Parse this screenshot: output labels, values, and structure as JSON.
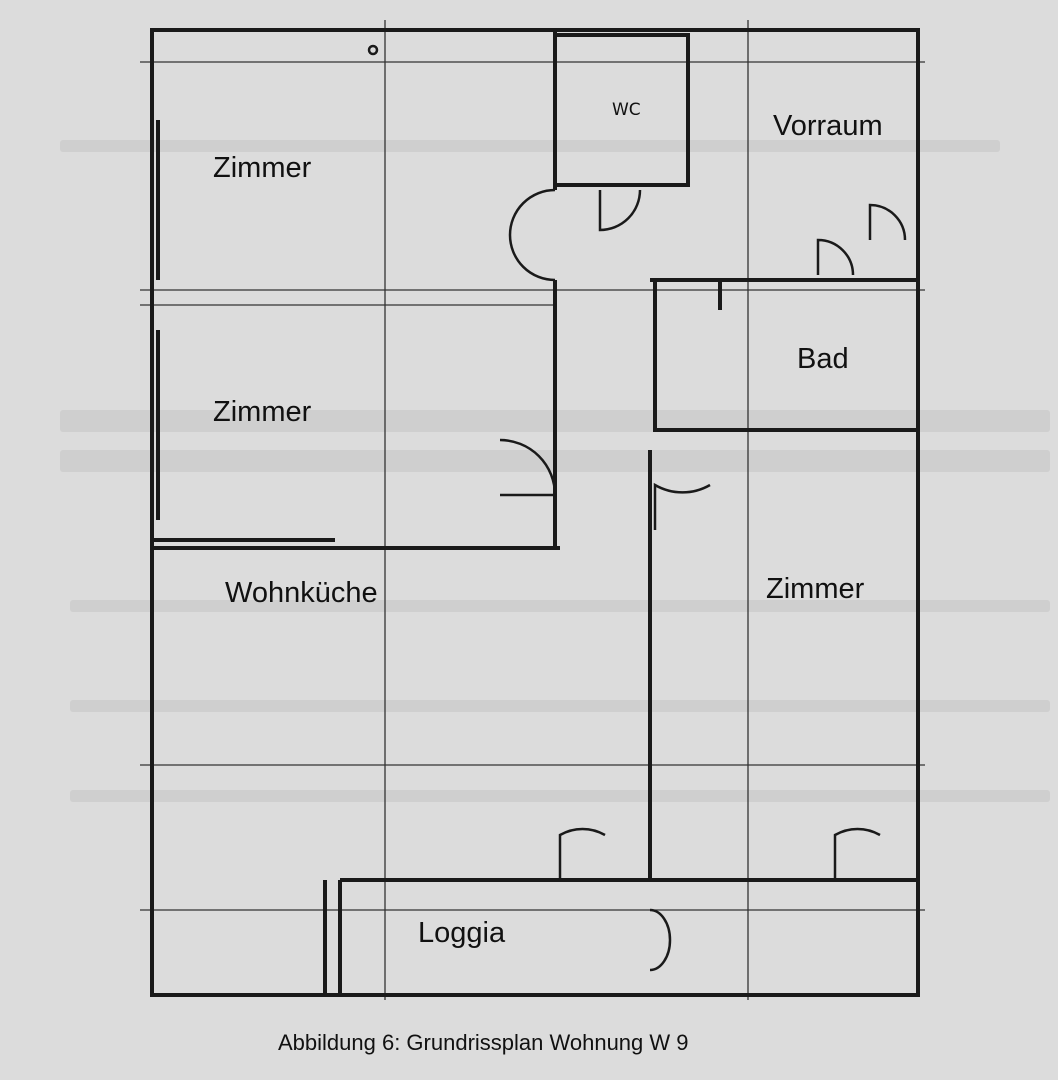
{
  "rooms": {
    "zimmer_top_left": "Zimmer",
    "wc": "WC",
    "vorraum": "Vorraum",
    "bad": "Bad",
    "zimmer_middle_left": "Zimmer",
    "wohnkueche": "Wohnküche",
    "zimmer_right": "Zimmer",
    "loggia": "Loggia"
  },
  "caption": "Abbildung 6: Grundrissplan Wohnung W 9"
}
